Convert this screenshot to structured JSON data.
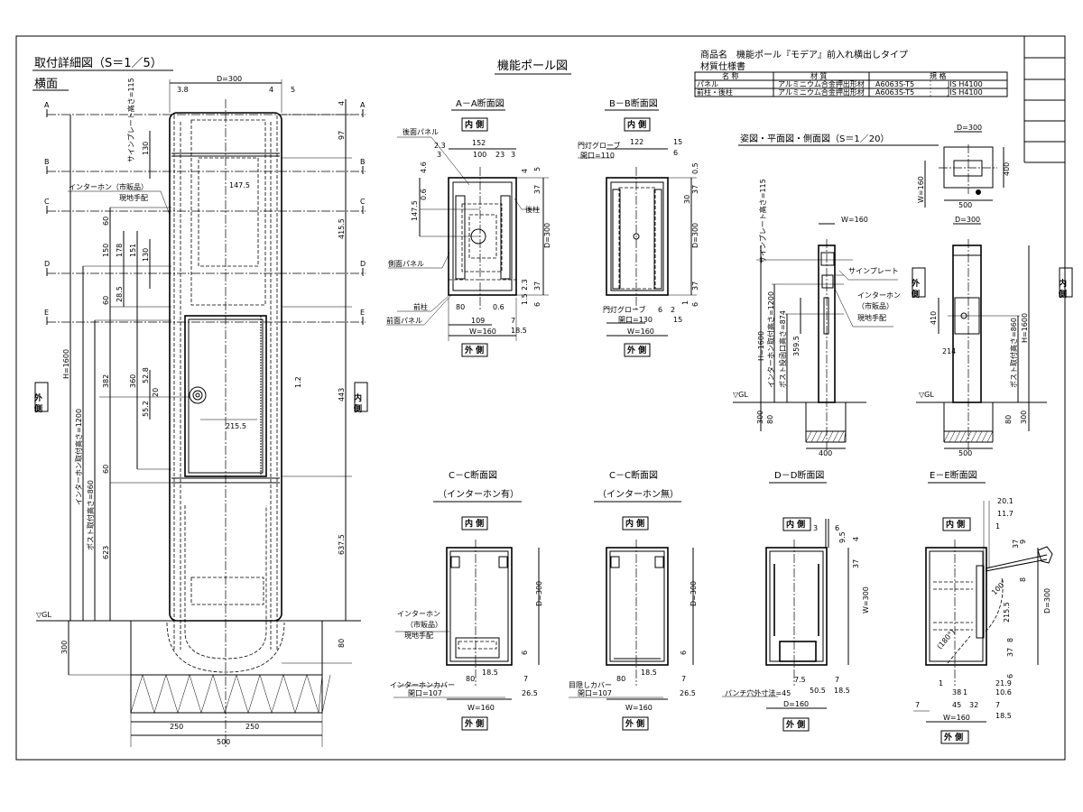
{
  "header": {
    "drawing_title": "機能ポール図",
    "product_line": "商品名　機能ポール『モデア』前入れ横出しタイプ",
    "spec_title": "材質仕様書",
    "table": {
      "headers": [
        "名 称",
        "材 質",
        "規 格"
      ],
      "rows": [
        [
          "パネル",
          "アルミニウム合金押出形材",
          "A6063S-T5",
          "JIS H4100"
        ],
        [
          "前柱・後柱",
          "アルミニウム合金押出形材",
          "A6063S-T5",
          "JIS H4100"
        ]
      ]
    }
  },
  "common": {
    "inner": "内 側",
    "outer": "外 側"
  },
  "main": {
    "title": "取付詳細図（S＝1／5）",
    "subtitle": "横面",
    "grid": [
      "A",
      "B",
      "C",
      "D",
      "E"
    ],
    "labels": [
      "D=300",
      "3.8",
      "4",
      "5",
      "4",
      "97",
      "415.5",
      "443",
      "637.5",
      "80",
      "H=1600",
      "インターホン取付高さ=1200",
      "ポスト取付高さ=860",
      "623",
      "60",
      "150",
      "178",
      "151",
      "130",
      "28.5",
      "60",
      "382",
      "360",
      "52.8",
      "20",
      "55.2",
      "215.5",
      "147.5",
      "130",
      "サインプレート高さ=115",
      "インターホン（市販品）",
      "現地手配",
      "1.2",
      "60",
      "300",
      "250",
      "250",
      "500",
      "▽GL"
    ]
  },
  "aa": {
    "title": "A－A断面図",
    "labels": [
      "後面パネル",
      "152",
      "2.3",
      "3",
      "100",
      "23",
      "3",
      "4.6",
      "0.6",
      "147.5",
      "D=300",
      "後柱",
      "側面パネル",
      "前柱",
      "前面パネル",
      "80",
      "0.6",
      "109",
      "7",
      "18.5",
      "W=160",
      "37",
      "5",
      "4",
      "2.3",
      "37",
      "6",
      "1.5"
    ]
  },
  "bb": {
    "title": "B－B断面図",
    "labels": [
      "門灯グローブ",
      "開口=110",
      "122",
      "15",
      "6",
      "0.5",
      "37",
      "30",
      "D=300",
      "37",
      "6",
      "門灯グローブ",
      "開口=130",
      "6",
      "2",
      "15",
      "W=160",
      "1"
    ]
  },
  "side": {
    "title": "姿図・平面図・側面図（S＝1／20）",
    "labels": [
      "W=160",
      "サインプレート高さ=115",
      "サインプレート",
      "インターホン",
      "（市販品）",
      "現地手配",
      "H=1600",
      "インターホン取付高さ=1200",
      "ポスト投函口高さ=874",
      "359.5",
      "▽GL",
      "300",
      "80",
      "400",
      "D=300",
      "410",
      "214",
      "ポスト取付高さ=860",
      "H=1600",
      "▽GL",
      "80",
      "300",
      "500",
      "D=300",
      "400",
      "W=160",
      "500"
    ]
  },
  "cc1": {
    "title": "C－C断面図",
    "subtitle": "（インターホン有）",
    "labels": [
      "インターホン",
      "（市販品）",
      "現地手配",
      "D=300",
      "6",
      "18.5",
      "80",
      "7",
      "インターホンカバー",
      "開口=107",
      "26.5",
      "W=160"
    ]
  },
  "cc2": {
    "title": "C－C断面図",
    "subtitle": "（インターホン無）",
    "labels": [
      "目隠しカバー",
      "開口=107",
      "D=300",
      "18.5",
      "80",
      "7",
      "26.5",
      "W=160",
      "6"
    ]
  },
  "dd": {
    "title": "D－D断面図",
    "labels": [
      "3",
      "6",
      "9.5",
      "4",
      "37",
      "W=300",
      "7.5",
      "50.5",
      "7",
      "18.5",
      "パンチ穴外寸法=45",
      "D=160"
    ]
  },
  "ee": {
    "title": "E－E断面図",
    "labels": [
      "20.1",
      "11.7",
      "1",
      "37",
      "9",
      "8",
      "100°",
      "215.5",
      "D=300",
      "8",
      "37",
      "6",
      "1",
      "21.9",
      "38",
      "1",
      "10.6",
      "7",
      "45",
      "32",
      "7",
      "18.5",
      "W=160",
      "(180°)"
    ]
  }
}
